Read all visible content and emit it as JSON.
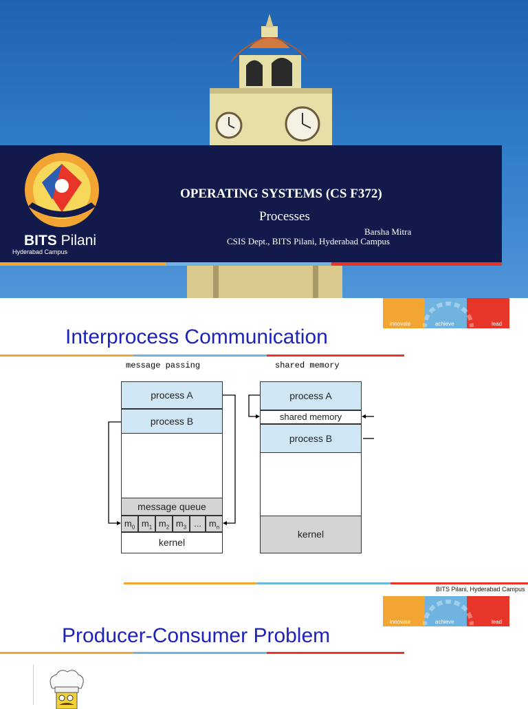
{
  "slide1": {
    "course_title": "OPERATING SYSTEMS (CS F372)",
    "subtitle": "Processes",
    "author": "Barsha Mitra",
    "affiliation": "CSIS Dept., BITS Pilani, Hyderabad Campus",
    "brand_bold": "BITS",
    "brand_rest": " Pilani",
    "campus": "Hyderabad Campus"
  },
  "slide2": {
    "title": "Interprocess Communication",
    "logo_labels": [
      "innovate",
      "achieve",
      "lead"
    ],
    "footer": "BITS Pilani, Hyderabad Campus",
    "message_passing": {
      "caption": "message passing",
      "process_a": "process A",
      "process_b": "process B",
      "queue_label": "message queue",
      "cells": [
        "m0",
        "m1",
        "m2",
        "m3",
        "...",
        "mn"
      ],
      "kernel": "kernel"
    },
    "shared_memory": {
      "caption": "shared memory",
      "process_a": "process A",
      "shared": "shared memory",
      "process_b": "process B",
      "kernel": "kernel"
    }
  },
  "slide3": {
    "title": "Producer-Consumer Problem",
    "logo_labels": [
      "innovate",
      "achieve",
      "lead"
    ]
  },
  "colors": {
    "navy": "#111a4a",
    "title_blue": "#1e22b7",
    "orange": "#f3a534",
    "light_blue": "#6fb4e0",
    "red": "#e8352a",
    "box_blue": "#cfe6f5",
    "box_grey": "#d4d4d4"
  }
}
